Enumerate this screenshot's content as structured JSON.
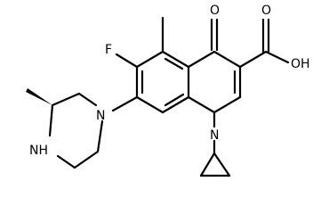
{
  "molecule": {
    "labels": {
      "o_carboxyl_double": "O",
      "oh_carboxyl": "OH",
      "o_keto": "O",
      "f": "F",
      "n_piperazine": "N",
      "nh_piperazine": "NH",
      "n_quinolone": "N"
    },
    "colors": {
      "bond": "#000000",
      "background": "#ffffff"
    }
  }
}
